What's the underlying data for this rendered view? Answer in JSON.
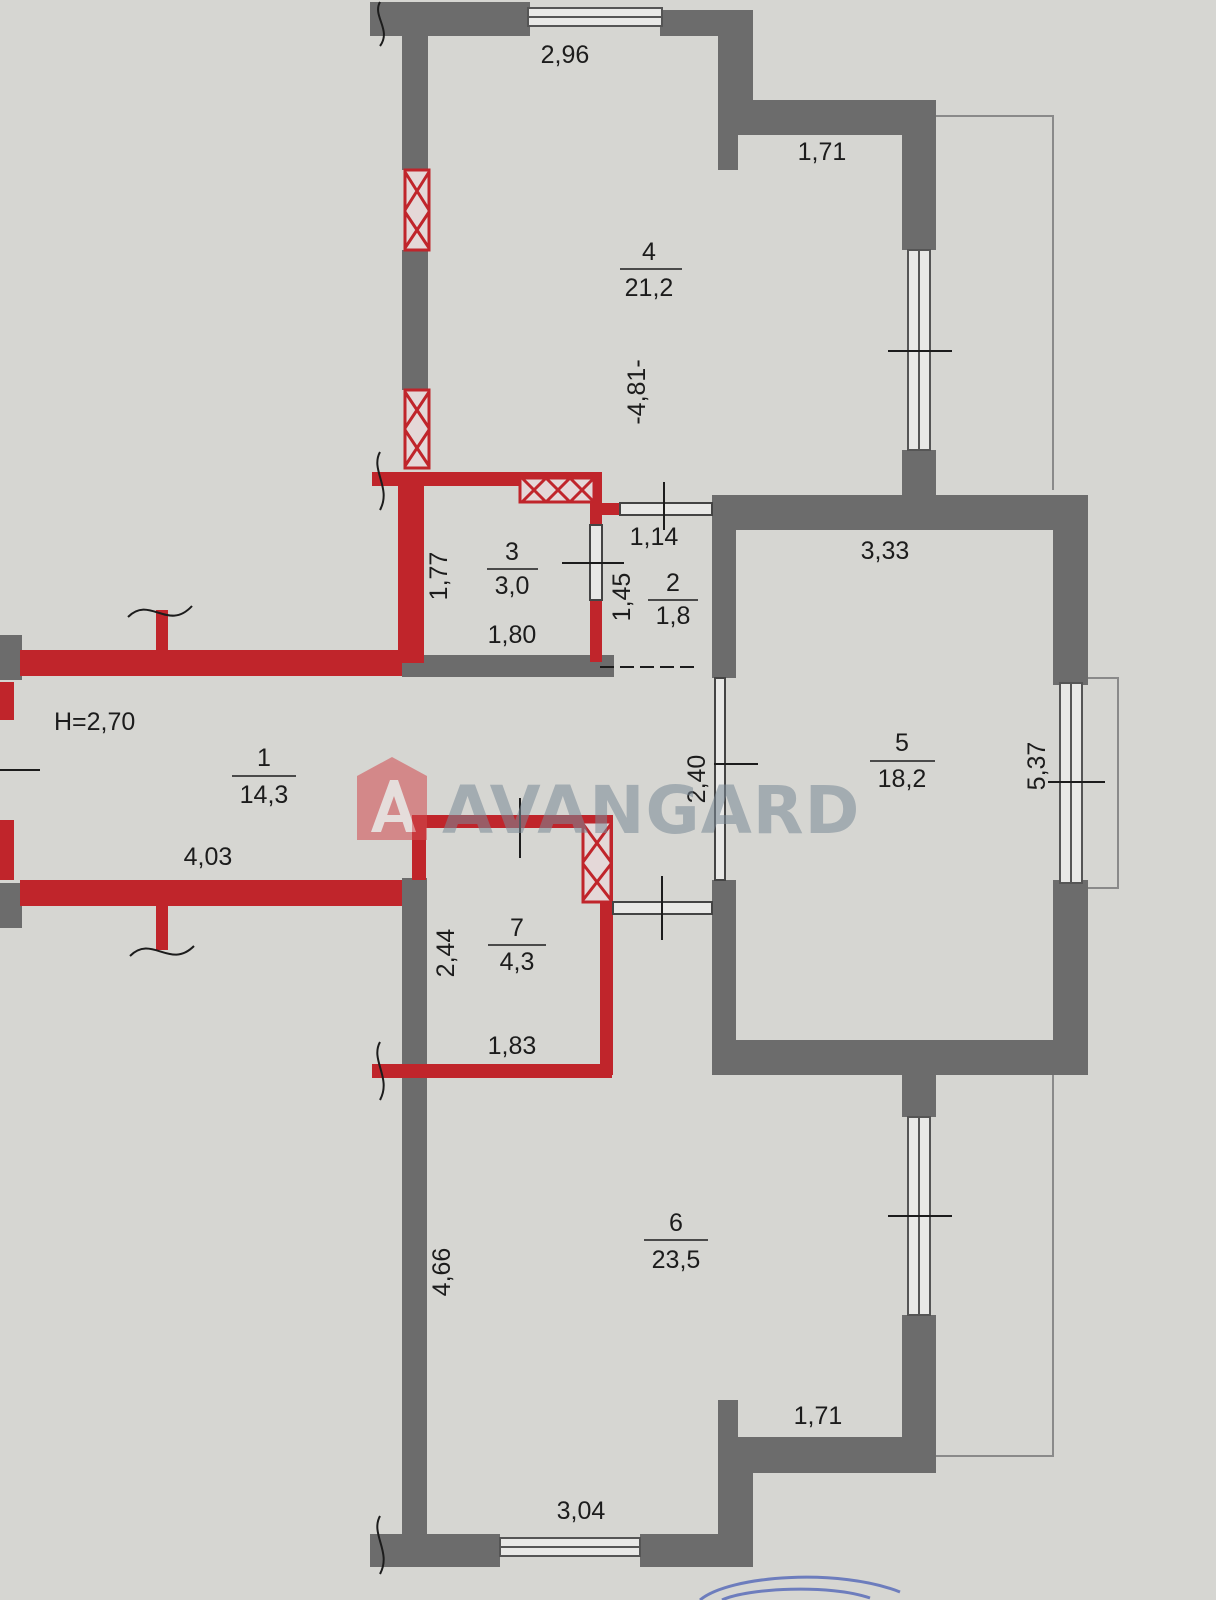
{
  "plan": {
    "ceiling_height": "H=2,70",
    "watermark": "AVANGARD",
    "colors": {
      "paper": "#d6d6d2",
      "existing_wall": "#6c6c6c",
      "partition": "#c0252b",
      "balcony": "#8a8a8a",
      "watermark": "#7b8a97",
      "logo": "#d24a4f"
    },
    "rooms": [
      {
        "number": "1",
        "area": "14,3"
      },
      {
        "number": "2",
        "area": "1,8"
      },
      {
        "number": "3",
        "area": "3,0"
      },
      {
        "number": "4",
        "area": "21,2"
      },
      {
        "number": "5",
        "area": "18,2"
      },
      {
        "number": "6",
        "area": "23,5"
      },
      {
        "number": "7",
        "area": "4,3"
      }
    ],
    "dimensions": {
      "d_2_96": "2,96",
      "d_1_71_top": "1,71",
      "d_4_81": "-4,81-",
      "d_1_77": "1,77",
      "d_1_80": "1,80",
      "d_1_14": "1,14",
      "d_1_45": "1,45",
      "d_3_33": "3,33",
      "d_2_40": "2,40",
      "d_5_37": "5,37",
      "d_4_03": "4,03",
      "d_2_44": "2,44",
      "d_1_83": "1,83",
      "d_4_66": "4,66",
      "d_1_71_bottom": "1,71",
      "d_3_04": "3,04"
    }
  }
}
